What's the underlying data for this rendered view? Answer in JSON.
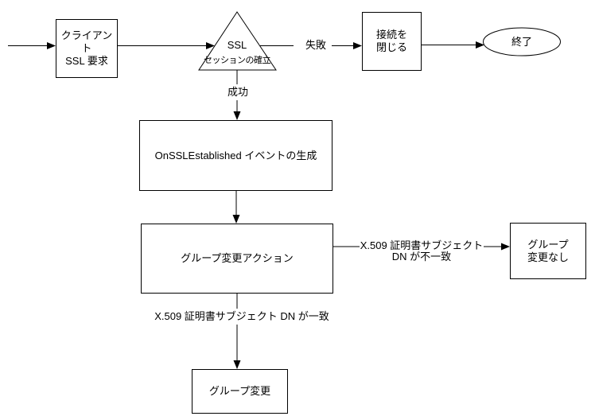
{
  "diagram": {
    "nodes": {
      "client": {
        "line1": "クライアント",
        "line2": "SSL 要求"
      },
      "decision": {
        "line1": "SSL",
        "line2": "セッションの確立"
      },
      "close": {
        "line1": "接続を",
        "line2": "閉じる"
      },
      "end": {
        "label": "終了"
      },
      "onssl": {
        "label": "OnSSLEstablished イベントの生成"
      },
      "action": {
        "label": "グループ変更アクション"
      },
      "nochange": {
        "line1": "グループ",
        "line2": "変更なし"
      },
      "change": {
        "label": "グループ変更"
      }
    },
    "edges": {
      "fail": {
        "label": "失敗"
      },
      "success": {
        "label": "成功"
      },
      "mismatch": {
        "line1": "X.509 証明書サブジェクト",
        "line2": "DN が不一致"
      },
      "match": {
        "label": "X.509 証明書サブジェクト DN が一致"
      }
    },
    "colors": {
      "line": "#000000",
      "background": "#ffffff"
    }
  }
}
